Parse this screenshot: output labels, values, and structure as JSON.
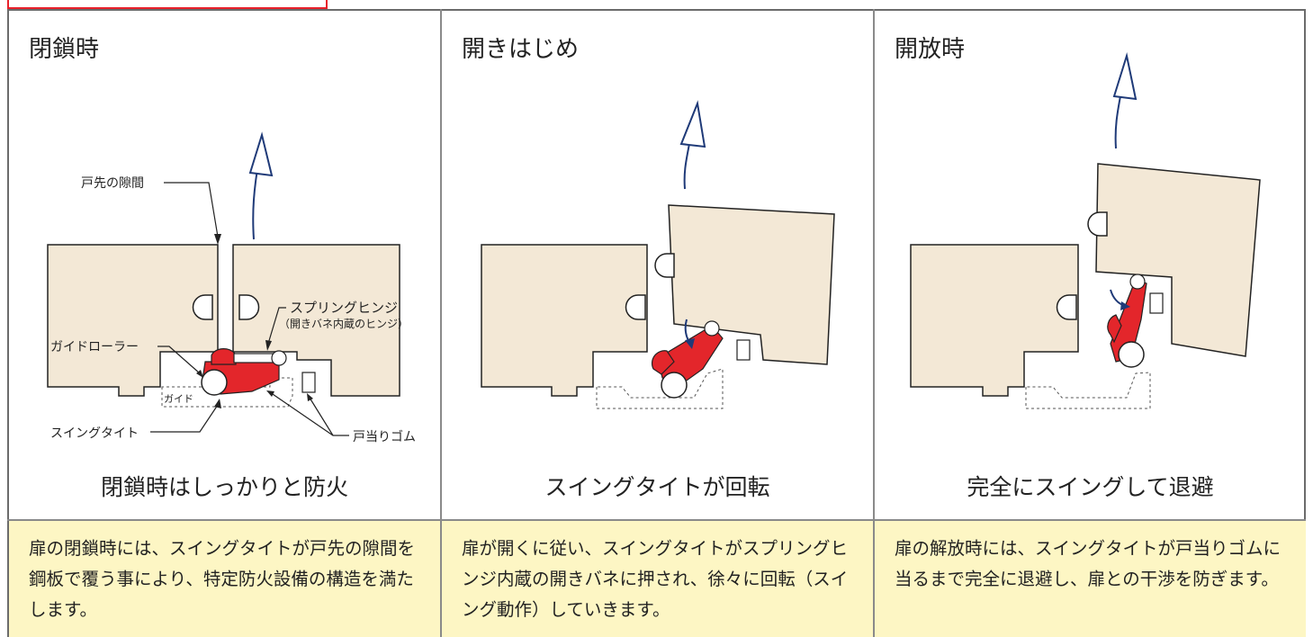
{
  "panels": [
    {
      "heading": "閉鎖時",
      "caption": "閉鎖時はしっかりと防火",
      "description": "扉の閉鎖時には、スイングタイトが戸先の隙間を鋼板で覆う事により、特定防火設備の構造を満たします。",
      "labels": {
        "gap": "戸先の隙間",
        "spring_hinge": "スプリングヒンジ",
        "spring_hinge_note": "（開きバネ内蔵のヒンジ）",
        "guide_roller": "ガイドローラー",
        "guide": "ガイド",
        "swing_tight": "スイングタイト",
        "door_stop": "戸当りゴム"
      }
    },
    {
      "heading": "開きはじめ",
      "caption": "スイングタイトが回転",
      "description": "扉が開くに従い、スイングタイトがスプリングヒンジ内蔵の開きバネに押され、徐々に回転（スイング動作）していきます。"
    },
    {
      "heading": "開放時",
      "caption": "完全にスイングして退避",
      "description": "扉の解放時には、スイングタイトが戸当りゴムに当るまで完全に退避し、扉との干渉を防ぎます。"
    }
  ],
  "colors": {
    "door_fill": "#f3e8d6",
    "swing_red": "#e3262b",
    "arrow_blue": "#1f3a78",
    "desc_bg": "#fdf6c4",
    "accent_red": "#e8202a"
  }
}
